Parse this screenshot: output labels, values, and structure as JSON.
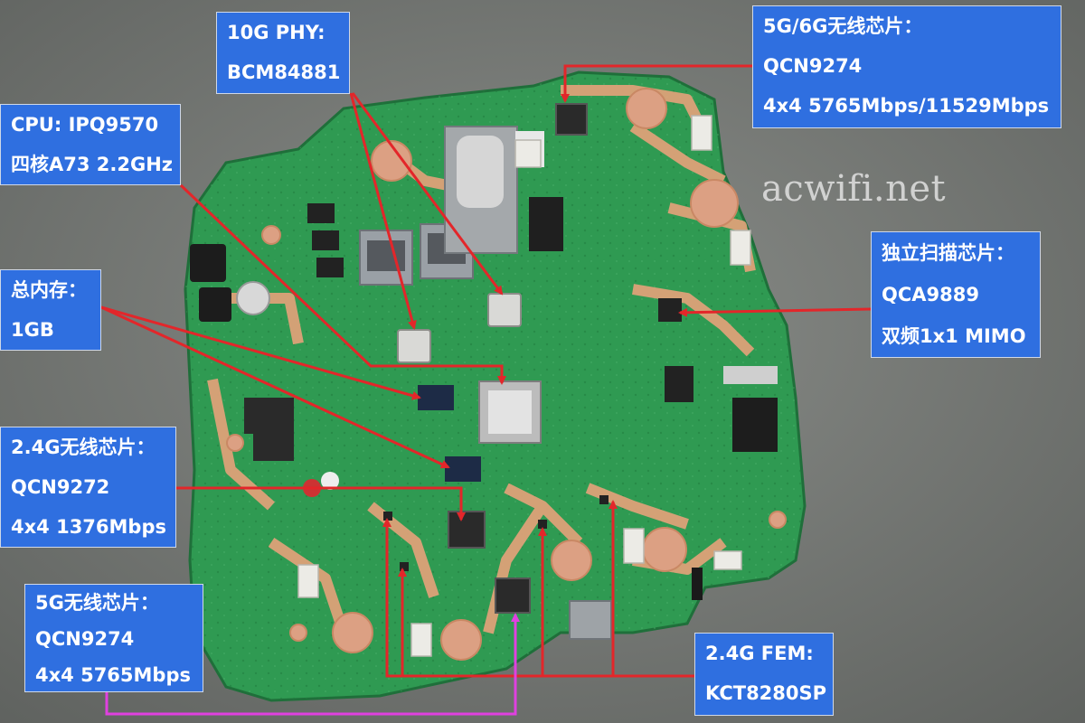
{
  "watermark": "acwifi.net",
  "labels": {
    "phy": {
      "line1": "10G PHY:",
      "line2": "BCM84881"
    },
    "cpu": {
      "line1": "CPU: IPQ9570",
      "line2": "四核A73 2.2GHz"
    },
    "memory": {
      "line1": "总内存：",
      "line2": "1GB"
    },
    "wifi_24g": {
      "line1": "2.4G无线芯片：",
      "line2": "QCN9272",
      "line3": "4x4 1376Mbps"
    },
    "wifi_5g": {
      "line1": "5G无线芯片：",
      "line2": "QCN9274",
      "line3": "4x4 5765Mbps"
    },
    "wifi_56g": {
      "line1": "5G/6G无线芯片：",
      "line2": "QCN9274",
      "line3": "4x4 5765Mbps/11529Mbps"
    },
    "scan": {
      "line1": "独立扫描芯片：",
      "line2": "QCA9889",
      "line3": "双频1x1 MIMO"
    },
    "fem": {
      "line1": "2.4G FEM:",
      "line2": "KCT8280SP"
    }
  },
  "colors": {
    "label_bg": "#2f6fe0",
    "label_text": "#ffffff",
    "arrow_red": "#e3262a",
    "arrow_magenta": "#e040e0",
    "pcb_green": "#2f9a52",
    "copper": "#e2a27a",
    "background": "#7b7e7a"
  }
}
